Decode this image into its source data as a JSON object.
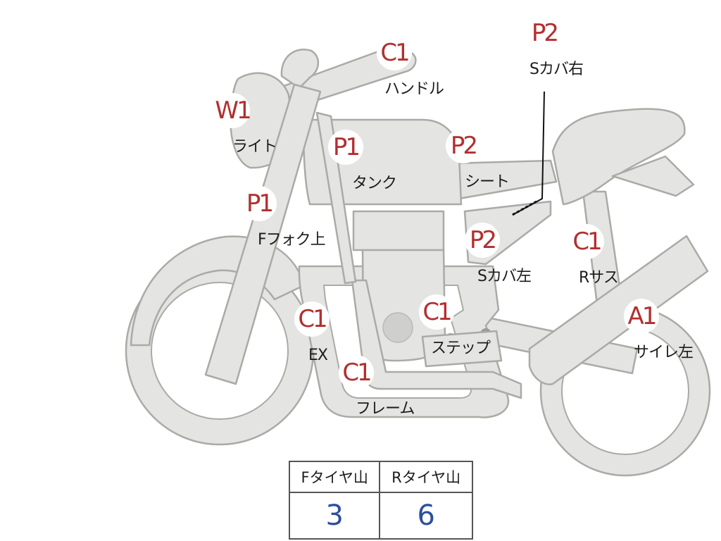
{
  "parts": [
    {
      "id": "handle",
      "grade": "C1",
      "label": "ハンドル"
    },
    {
      "id": "s-cover-right",
      "grade": "P2",
      "label": "Sカバ右"
    },
    {
      "id": "light",
      "grade": "W1",
      "label": "ライト"
    },
    {
      "id": "tank",
      "grade": "P1",
      "label": "タンク"
    },
    {
      "id": "seat",
      "grade": "P2",
      "label": "シート"
    },
    {
      "id": "front-fork-upper",
      "grade": "P1",
      "label": "Fフォク上"
    },
    {
      "id": "s-cover-left",
      "grade": "P2",
      "label": "Sカバ左"
    },
    {
      "id": "rear-suspension",
      "grade": "C1",
      "label": "Rサス"
    },
    {
      "id": "exhaust",
      "grade": "C1",
      "label": "EX"
    },
    {
      "id": "step",
      "grade": "C1",
      "label": "ステップ"
    },
    {
      "id": "muffler-left",
      "grade": "A1",
      "label": "サイレ左"
    },
    {
      "id": "frame",
      "grade": "C1",
      "label": "フレーム"
    }
  ],
  "tread_table": {
    "front_header": "Fタイヤ山",
    "rear_header": "Rタイヤ山",
    "front_value": "3",
    "rear_value": "6"
  }
}
